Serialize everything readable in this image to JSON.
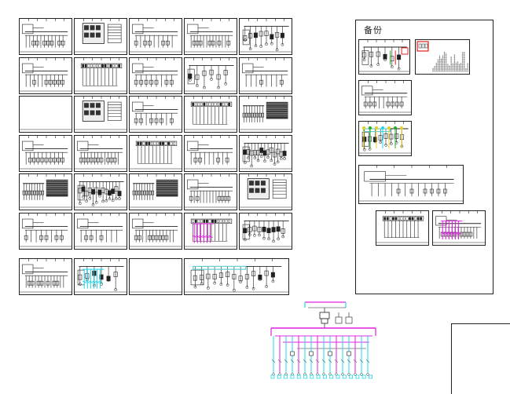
{
  "document": {
    "spare_section_label": "备份",
    "sheet_grid": {
      "columns": 5,
      "rows": 7,
      "last_row_sheets": 4
    },
    "colors": {
      "line": "#222222",
      "wire_magenta": "#e020e0",
      "wire_cyan": "#20d8e8",
      "wire_red": "#e02020",
      "wire_green": "#20b020",
      "wire_yellow": "#e8d020",
      "highlight_teal": "#60d0d0"
    },
    "sheets_with_color": {
      "cyan_bus_sheets": [
        32
      ],
      "magenta_bus_sheets": [
        29
      ],
      "teal_highlight_sheets": [
        34
      ]
    }
  }
}
